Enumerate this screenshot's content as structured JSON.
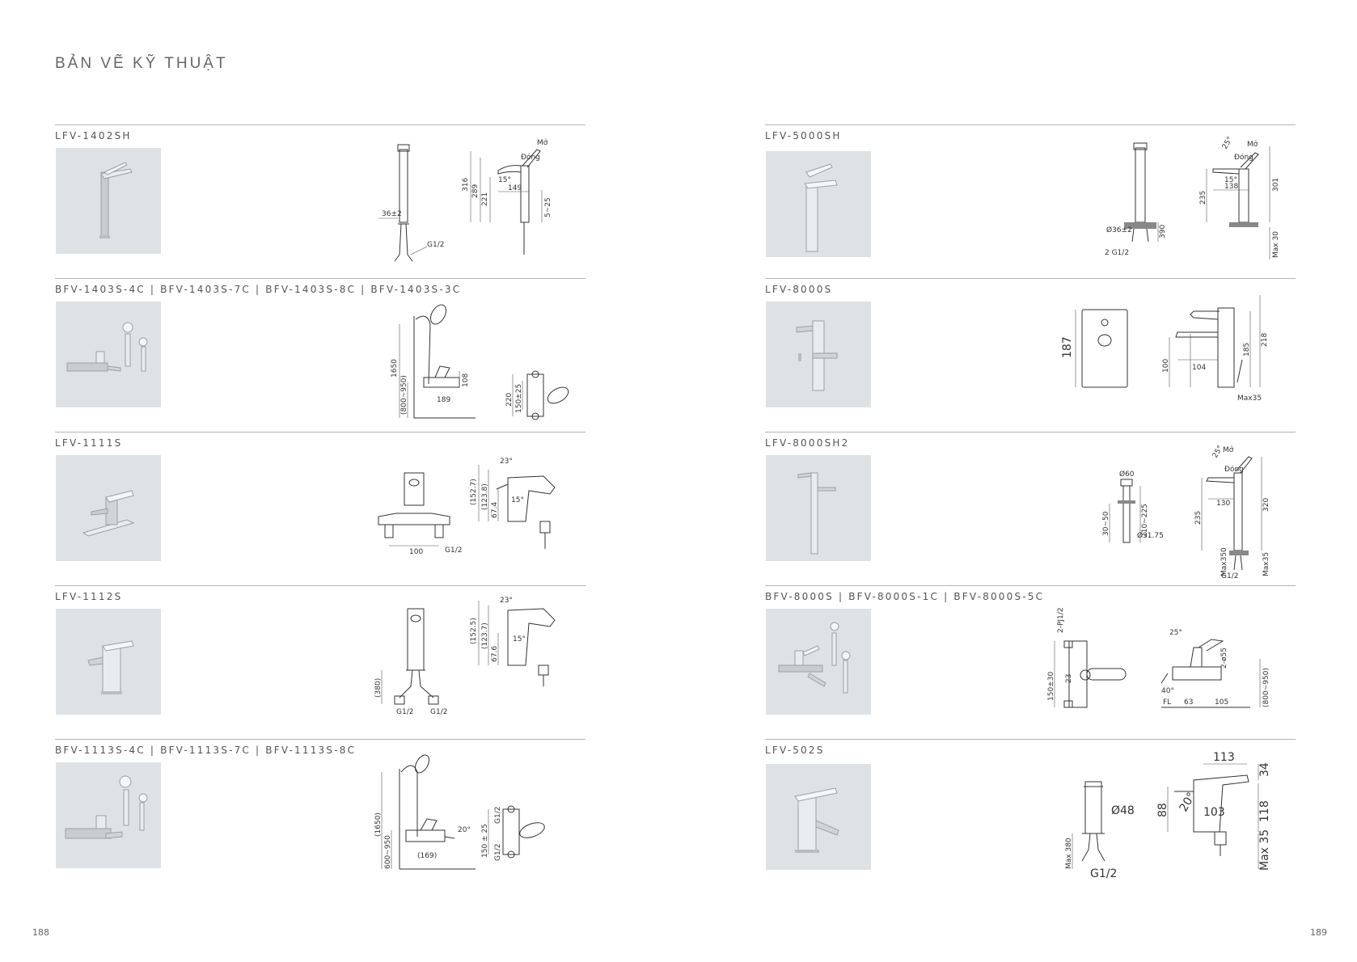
{
  "page_title": "BẢN VẼ KỸ THUẬT",
  "page_numbers": {
    "left": "188",
    "right": "189"
  },
  "products_left": [
    {
      "code": "LFV-1402SH",
      "dims": {
        "a": "Mở",
        "b": "Đóng",
        "c": "15°",
        "d": "316",
        "e": "289",
        "f": "221",
        "g": "149",
        "h": "5~25",
        "i": "36±2",
        "j": "G1/2"
      }
    },
    {
      "code": "BFV-1403S-4C  |  BFV-1403S-7C  |  BFV-1403S-8C  |  BFV-1403S-3C",
      "dims": {
        "a": "1650",
        "b": "(800~950)",
        "c": "108",
        "d": "189",
        "e": "220",
        "f": "150±25"
      }
    },
    {
      "code": "LFV-1111S",
      "dims": {
        "a": "(152.7)",
        "b": "(123.8)",
        "c": "67.4",
        "d": "23°",
        "e": "15°",
        "f": "100",
        "g": "G1/2"
      }
    },
    {
      "code": "LFV-1112S",
      "dims": {
        "a": "(152.5)",
        "b": "(123.7)",
        "c": "67.6",
        "d": "23°",
        "e": "15°",
        "f": "(380)",
        "g": "G1/2",
        "h": "G1/2"
      }
    },
    {
      "code": "BFV-1113S-4C  |  BFV-1113S-7C  |  BFV-1113S-8C",
      "dims": {
        "a": "(1650)",
        "b": "600~950",
        "c": "150 ± 25",
        "d": "(169)",
        "e": "20°",
        "f": "G1/2",
        "g": "G1/2"
      }
    }
  ],
  "products_right": [
    {
      "code": "LFV-5000SH",
      "dims": {
        "a": "Mở",
        "b": "Đóng",
        "c": "25°",
        "d": "15°",
        "e": "235",
        "f": "138",
        "g": "301",
        "h": "Ø36±2",
        "i": "390",
        "j": "2 G1/2",
        "k": "Max 30"
      }
    },
    {
      "code": "LFV-8000S",
      "dims": {
        "a": "187",
        "b": "104",
        "c": "100",
        "d": "185",
        "e": "218",
        "f": "Max35"
      }
    },
    {
      "code": "LFV-8000SH2",
      "dims": {
        "a": "25°",
        "b": "Mở",
        "c": "Đóng",
        "d": "Ø60",
        "e": "30~50",
        "f": "210~225",
        "g": "Ø31.75",
        "h": "235",
        "i": "130",
        "j": "320",
        "k": "Max350",
        "l": "Max35",
        "m": "G1/2"
      }
    },
    {
      "code": "BFV-8000S  |  BFV-8000S-1C  |  BFV-8000S-5C",
      "dims": {
        "a": "2-PJ1/2",
        "b": "150±30",
        "c": "23",
        "d": "25°",
        "e": "2-ø55",
        "f": "(800~950)",
        "g": "40°",
        "h": "FL",
        "i": "63",
        "j": "105"
      }
    },
    {
      "code": "LFV-502S",
      "dims": {
        "a": "113",
        "b": "34",
        "c": "Ø48",
        "d": "88",
        "e": "20°",
        "f": "103",
        "g": "118",
        "h": "Max 380",
        "i": "Max 35",
        "j": "G1/2"
      }
    }
  ]
}
